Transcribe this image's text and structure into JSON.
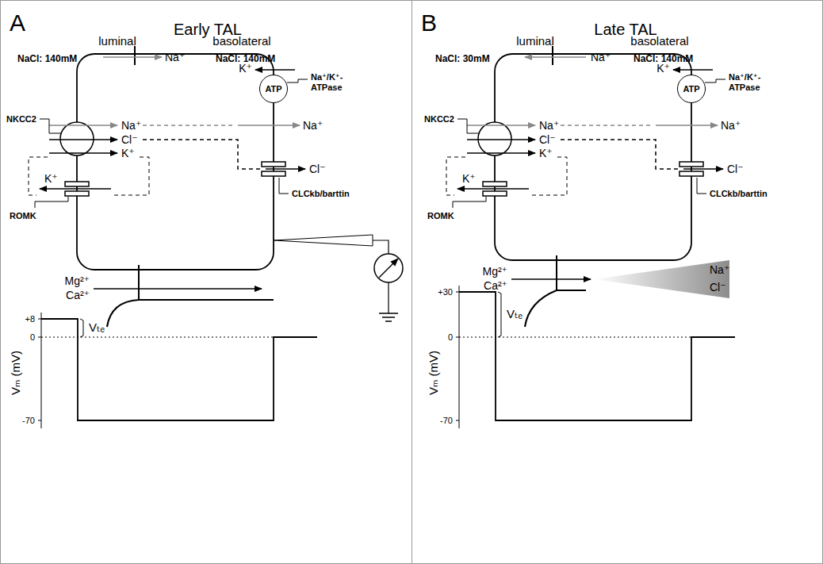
{
  "diagram": {
    "nodes": [
      {
        "text": [
          "A",
          "Early TAL"
        ]
      },
      {
        "text": [
          "ATP"
        ],
        "in": 0
      },
      {
        "text": [
          "B",
          "Late TAL"
        ]
      },
      {
        "text": [
          "ATP"
        ],
        "in": 2
      }
    ],
    "labels": [
      "luminal",
      "basolateral",
      "NaCl: 140mM",
      "Na⁺",
      "NaCl: 140mM",
      "K⁺",
      "Na⁺/K⁺-ATPase",
      "NKCC2",
      "Na⁺",
      "Na⁺",
      "Cl⁻",
      "Cl⁻",
      "K⁺",
      "K⁺",
      "ROMK",
      "CLCkb/barttin",
      "Mg²⁺",
      "Ca²⁺",
      "+8",
      "Vₜₑ",
      "0",
      "-70",
      "Vₘ (mV)",
      "luminal",
      "basolateral",
      "NaCl: 30mM",
      "Na⁺",
      "NaCl: 140mM",
      "K⁺",
      "Na⁺/K⁺-ATPase",
      "NKCC2",
      "Na⁺",
      "Na⁺",
      "Cl⁻",
      "Cl⁻",
      "K⁺",
      "K⁺",
      "ROMK",
      "CLCkb/barttin",
      "Mg²⁺",
      "Ca²⁺",
      "Na⁺",
      "Cl⁻",
      "+30",
      "Vₜₑ",
      "0",
      "-70",
      "Vₘ (mV)"
    ]
  }
}
